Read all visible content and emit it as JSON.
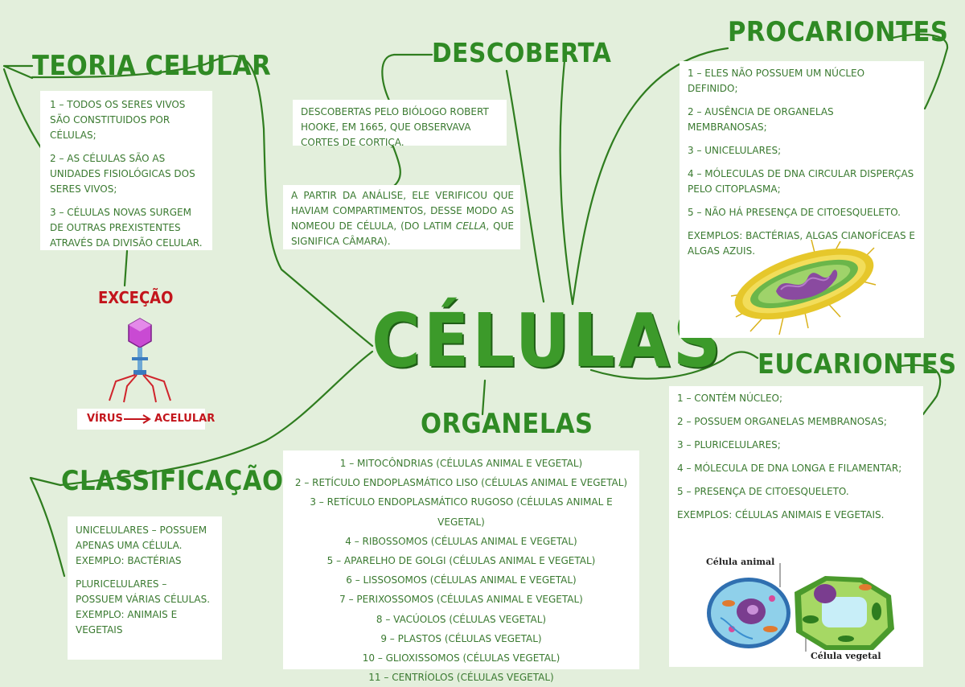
{
  "center_title": "CÉLULAS",
  "teoria": {
    "title": "TEORIA CELULAR",
    "items": [
      "1 – Todos os seres vivos são constituidos por células;",
      "2 – As células são as unidades fisiológicas dos seres vivos;",
      "3 – Células novas surgem de outras prexistentes através da divisão celular."
    ]
  },
  "descoberta": {
    "title": "DESCOBERTA",
    "text1": "Descobertas pelo biólogo Robert Hooke, em 1665, que observava cortes de cortiça.",
    "text2_a": "A partir da análise, ele verificou que haviam compartimentos, desse modo as nomeou de célula, (do latim ",
    "text2_italic": "cella",
    "text2_b": ", que significa câmara)."
  },
  "procariontes": {
    "title": "PROCARIONTES",
    "items": [
      "1 – Eles não possuem um núcleo definido;",
      "2 – Ausência de organelas membranosas;",
      "3 – Unicelulares;",
      "4 – Móleculas de DNA circular disperças pelo citoplasma;",
      "5 – Não há presença de citoesqueleto.",
      "Exemplos: Bactérias, algas cianofíceas e algas azuis."
    ]
  },
  "eucariontes": {
    "title": "EUCARIONTES",
    "items": [
      "1 – Contém núcleo;",
      "2 – Possuem organelas membranosas;",
      "3 – Pluricelulares;",
      "4 – Mólecula de DNA longa e filamentar;",
      "5 – Presença de citoesqueleto.",
      "Exemplos: células animais e vegetais."
    ],
    "label_animal": "Célula animal",
    "label_vegetal": "Célula vegetal"
  },
  "organelas": {
    "title": "ORGANELAS",
    "items": [
      "1 – Mitocôndrias (células animal e vegetal)",
      "2 – Retículo endoplasmático liso (células animal e vegetal)",
      "3 – Retículo endoplasmático rugoso (células animal e vegetal)",
      "4 – Ribossomos (células animal e vegetal)",
      "5 – Aparelho de golgi (células animal e vegetal)",
      "6 – Lissosomos (células animal e vegetal)",
      "7 – Perixossomos (células animal e vegetal)",
      "8 – Vacúolos (células vegetal)",
      "9 – Plastos (células vegetal)",
      "10 – Glioxissomos (células vegetal)",
      "11 – Centríolos (células vegetal)"
    ]
  },
  "classificacao": {
    "title": "CLASSIFICAÇÃO",
    "items": [
      "Unicelulares – possuem apenas uma célula. Exemplo: bactérias",
      "Pluricelulares – possuem várias células. Exemplo: animais e vegetais"
    ]
  },
  "excecao": {
    "title": "EXCEÇÃO",
    "virus": "VÍRUS",
    "acelular": "ACELULAR"
  },
  "colors": {
    "title_green": "#2f8a24",
    "line_green": "#2f7d1f",
    "text_green": "#3a7a30",
    "background": "#e3efdc",
    "exception_red": "#c3151c"
  }
}
